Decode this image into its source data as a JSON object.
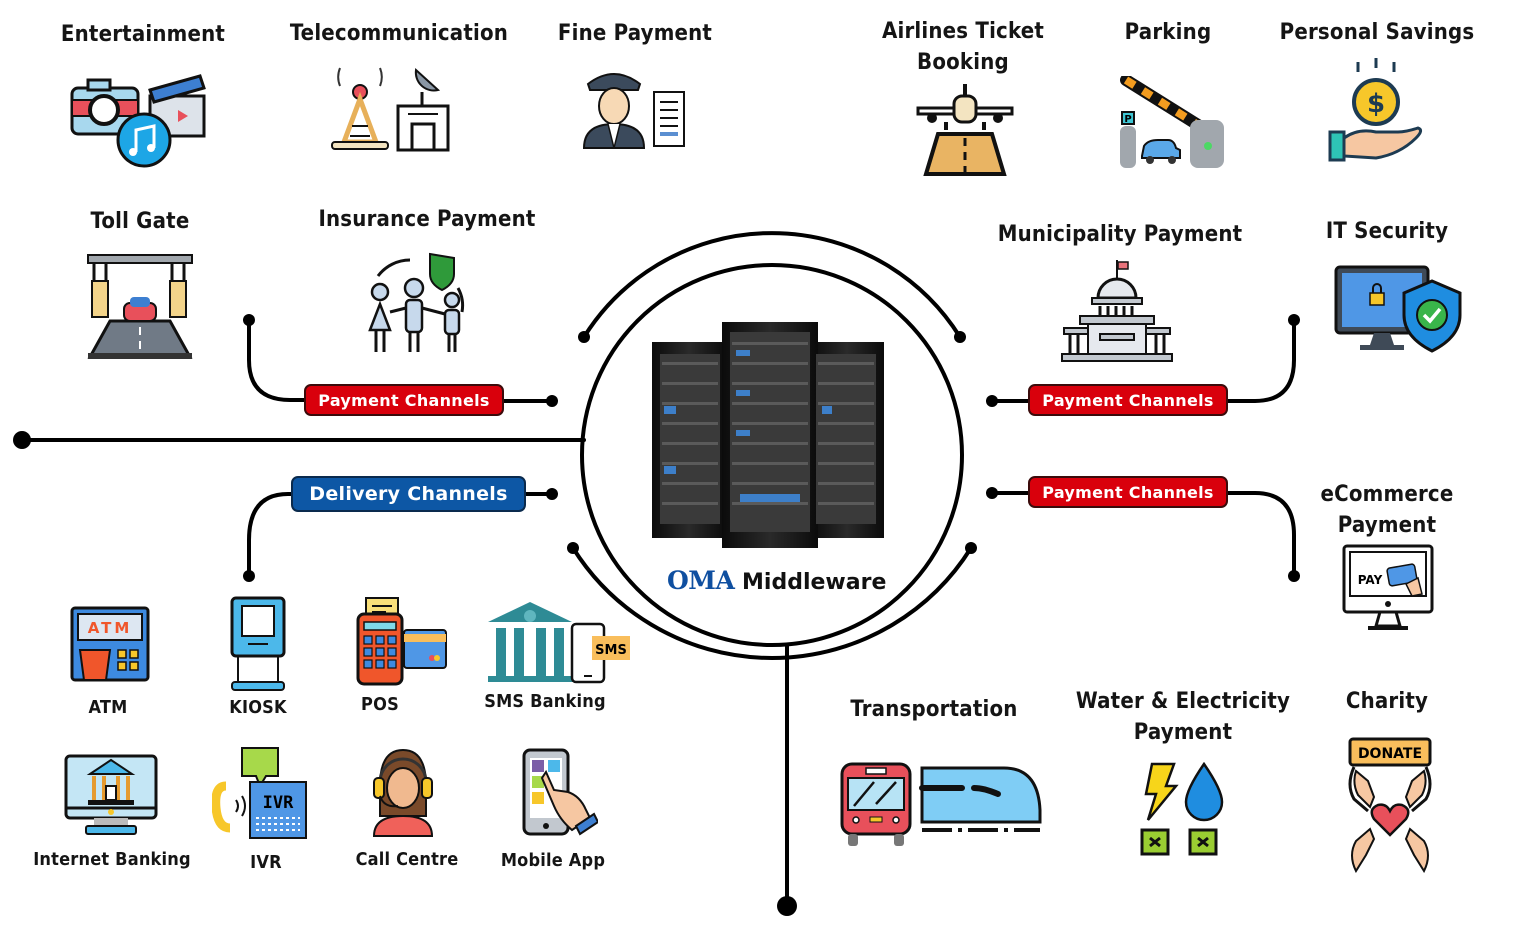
{
  "center": {
    "brand": "OMA",
    "title": "Middleware",
    "icon": "server-rack-icon"
  },
  "badges": {
    "payment_left": "Payment Channels",
    "payment_right_top": "Payment Channels",
    "payment_right_bottom": "Payment Channels",
    "delivery": "Delivery Channels"
  },
  "colors": {
    "payment_badge": "#d9000c",
    "delivery_badge": "#0d57a5",
    "brand": "#0f4fa0",
    "wire": "#000000"
  },
  "services": [
    {
      "label": "Entertainment",
      "icon": "camera-music-clapboard-icon"
    },
    {
      "label": "Telecommunication",
      "icon": "tower-satellite-icon"
    },
    {
      "label": "Fine Payment",
      "icon": "police-officer-receipt-icon"
    },
    {
      "label": "Airlines Ticket Booking",
      "line1": "Airlines Ticket",
      "line2": "Booking",
      "icon": "airplane-runway-icon"
    },
    {
      "label": "Parking",
      "icon": "parking-barrier-icon"
    },
    {
      "label": "Personal Savings",
      "icon": "hand-dollar-coin-icon"
    },
    {
      "label": "Toll Gate",
      "icon": "toll-gate-icon"
    },
    {
      "label": "Insurance Payment",
      "icon": "family-shield-icon"
    },
    {
      "label": "Municipality Payment",
      "icon": "government-building-icon"
    },
    {
      "label": "IT Security",
      "icon": "monitor-lock-shield-icon"
    },
    {
      "label": "eCommerce Payment",
      "line1": "eCommerce",
      "line2": "Payment",
      "icon": "monitor-pay-card-icon"
    },
    {
      "label": "Transportation",
      "icon": "bus-train-icon"
    },
    {
      "label": "Water & Electricity Payment",
      "line1": "Water & Electricity",
      "line2": "Payment",
      "icon": "lightning-water-drop-icon"
    },
    {
      "label": "Charity",
      "icon": "donate-hands-heart-icon"
    }
  ],
  "delivery_channels": [
    {
      "label": "ATM",
      "icon": "atm-icon",
      "screen_text": "ATM"
    },
    {
      "label": "KIOSK",
      "icon": "kiosk-icon"
    },
    {
      "label": "POS",
      "icon": "pos-terminal-icon"
    },
    {
      "label": "SMS Banking",
      "icon": "bank-sms-icon",
      "bubble_text": "SMS"
    },
    {
      "label": "Internet Banking",
      "icon": "monitor-bank-icon"
    },
    {
      "label": "IVR",
      "icon": "ivr-phone-icon",
      "screen_text": "IVR"
    },
    {
      "label": "Call Centre",
      "icon": "call-centre-agent-icon"
    },
    {
      "label": "Mobile App",
      "icon": "mobile-app-touch-icon"
    }
  ],
  "icon_text": {
    "pay": "PAY",
    "donate": "DONATE",
    "parking_sign": "P",
    "dollar": "$"
  }
}
